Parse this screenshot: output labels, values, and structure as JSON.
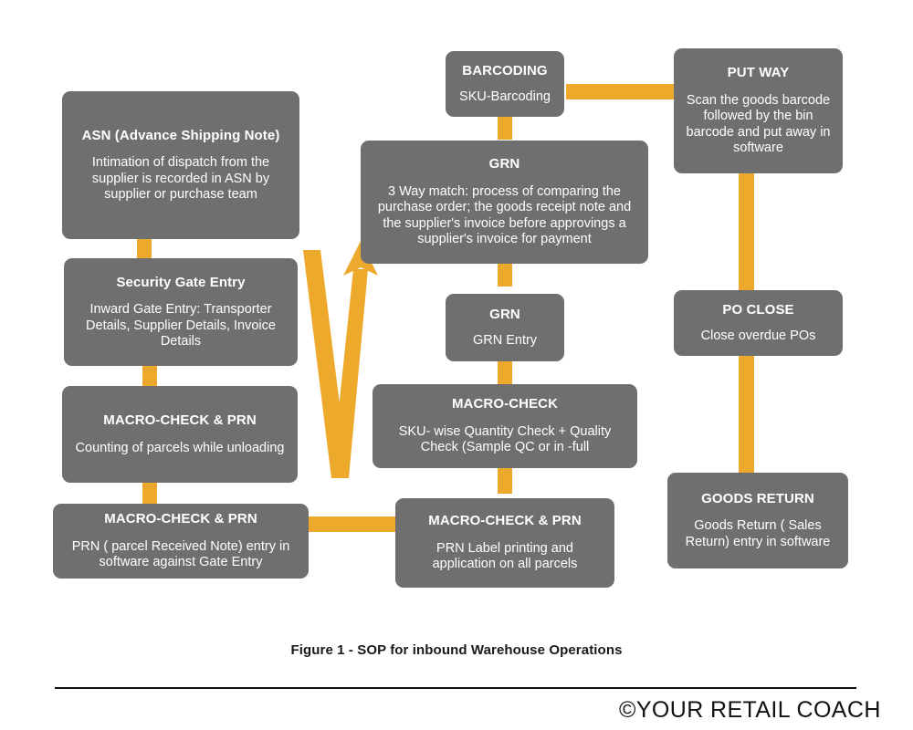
{
  "figure": {
    "caption": "Figure 1 - SOP for inbound Warehouse Operations",
    "brand_symbol": "©",
    "brand_text": "YOUR RETAIL COACH"
  },
  "colors": {
    "node_fill": "#706F6F",
    "node_text": "#FFFFFF",
    "connector": "#EDA92C",
    "caption_text": "#1A1A1A",
    "background": "#FFFFFF"
  },
  "nodes": {
    "asn": {
      "title": "ASN (Advance Shipping Note)",
      "body": "Intimation of dispatch from the supplier is recorded in ASN by supplier or purchase team"
    },
    "security_gate_entry": {
      "title": "Security Gate Entry",
      "body": "Inward Gate Entry: Transporter Details, Supplier Details, Invoice Details"
    },
    "macro_check_prn_count": {
      "title": "MACRO-CHECK & PRN",
      "body": "Counting of parcels while unloading"
    },
    "macro_check_prn_entry": {
      "title": "MACRO-CHECK & PRN",
      "body": "PRN ( parcel Received Note) entry in software against Gate Entry"
    },
    "macro_check_prn_label": {
      "title": "MACRO-CHECK & PRN",
      "body": "PRN Label printing and application on all parcels"
    },
    "macro_check": {
      "title": "MACRO-CHECK",
      "body": "SKU- wise Quantity Check + Quality Check (Sample QC or in -full"
    },
    "grn_entry": {
      "title": "GRN",
      "body": "GRN Entry"
    },
    "grn_three_way": {
      "title": "GRN",
      "body": "3 Way match: process of comparing the purchase order; the goods receipt note and the supplier's invoice before approvings a supplier's invoice for payment"
    },
    "barcoding": {
      "title": "BARCODING",
      "body": "SKU-Barcoding"
    },
    "put_way": {
      "title": "PUT WAY",
      "body": "Scan the goods barcode followed by the bin barcode and put away in software"
    },
    "po_close": {
      "title": "PO CLOSE",
      "body": "Close overdue  POs"
    },
    "goods_return": {
      "title": "GOODS RETURN",
      "body": "Goods Return ( Sales Return) entry in software"
    }
  },
  "connectors": [
    {
      "name": "asn-to-security-gate",
      "kind": "vertical-stub"
    },
    {
      "name": "security-gate-to-macro-check-prn-count",
      "kind": "vertical-stub"
    },
    {
      "name": "macro-check-prn-count-to-prn-entry",
      "kind": "vertical-stub"
    },
    {
      "name": "prn-entry-to-prn-label",
      "kind": "horizontal-bar"
    },
    {
      "name": "prn-label-to-macro-check",
      "kind": "vertical-stub"
    },
    {
      "name": "macro-check-to-grn-entry",
      "kind": "vertical-stub"
    },
    {
      "name": "grn-entry-to-grn-three-way",
      "kind": "vertical-stub"
    },
    {
      "name": "prn-entry-to-grn-three-way",
      "kind": "v-shaped-arrow"
    },
    {
      "name": "grn-three-way-to-barcoding",
      "kind": "vertical-stub"
    },
    {
      "name": "barcoding-to-put-way",
      "kind": "horizontal-bar"
    },
    {
      "name": "put-way-to-po-close",
      "kind": "vertical-bar"
    },
    {
      "name": "po-close-to-goods-return",
      "kind": "vertical-bar"
    }
  ]
}
